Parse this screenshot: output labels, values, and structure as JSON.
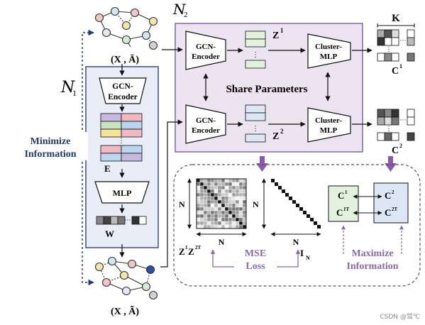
{
  "labels": {
    "n1": "N",
    "n1_sub": "1",
    "n2": "N",
    "n2_sub": "2",
    "xa_top": "(X , Ā)",
    "xa_bottom": "(X , Ã)",
    "gcn_encoder_line1": "GCN-",
    "gcn_encoder_line2": "Encoder",
    "e": "E",
    "mlp": "MLP",
    "w": "W",
    "minimize_line1": "Minimize",
    "minimize_line2": "Information",
    "z1": "Z",
    "z1_sup": "1",
    "z2": "Z",
    "z2_sup": "2",
    "cluster_line1": "Cluster-",
    "cluster_line2": "MLP",
    "share_parameters": "Share Parameters",
    "k": "K",
    "c1": "C",
    "c1_sup": "1",
    "c2": "C",
    "c2_sup": "2",
    "n_axis": "N",
    "zz": "Z",
    "zz_sup1": "1",
    "zz_mid": "Z",
    "zz_sup2": "2T",
    "identity_i": "I",
    "identity_n": "N",
    "mse_line1": "MSE",
    "mse_line2": "Loss",
    "cm_c1": "C",
    "cm_c1_sup": "1",
    "cm_c2": "C",
    "cm_c2_sup": "2",
    "cm_c1t": "C",
    "cm_c1t_sup": "1T",
    "cm_c2t": "C",
    "cm_c2t_sup": "2T",
    "maximize_line1": "Maximize",
    "maximize_line2": "Information",
    "watermark": "CSDN @驾℃"
  },
  "colors": {
    "panel_blue_fill": "#e9edf7",
    "panel_blue_stroke": "#2e3f7f",
    "panel_purple_fill": "#ece4f1",
    "panel_purple_stroke": "#7b5e9b",
    "arrow_purple": "#8a5aa8",
    "mint": "#e3f2dc",
    "lightblue": "#dce6f5",
    "title_blue": "#1f3a6b",
    "loss_purple": "#8a6aa8"
  }
}
